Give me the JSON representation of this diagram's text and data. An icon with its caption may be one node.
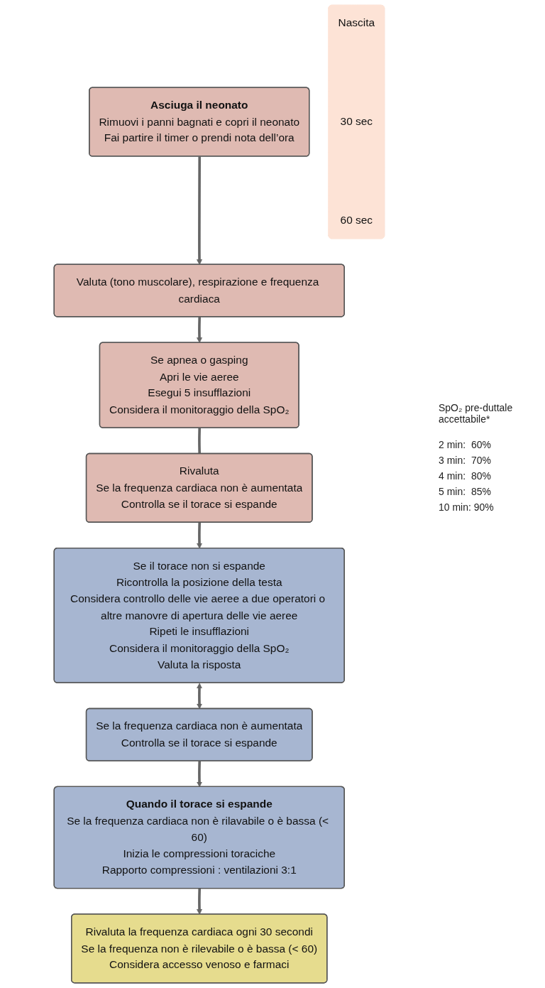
{
  "diagram": {
    "nodes": [
      {
        "text": [
          "Asciuga il neonato",
          "Rimuovi i panni bagnati e copri il neonato",
          "Fai partire il timer o prendi nota dell’ora"
        ]
      },
      {
        "text": [
          "Valuta (tono muscolare), respirazione e frequenza cardiaca"
        ]
      },
      {
        "text": [
          "Se apnea o gasping",
          "Apri le vie aeree",
          "Esegui 5 insufflazioni",
          "Considera il monitoraggio della SpO₂"
        ]
      },
      {
        "text": [
          "Rivaluta",
          "Se la frequenza cardiaca non è aumentata",
          "Controlla se il torace si espande"
        ]
      },
      {
        "text": [
          "Se il torace non si espande",
          "Ricontrolla la posizione della testa",
          "Considera controllo delle vie aeree a due operatori o altre manovre di apertura delle vie aeree",
          "Ripeti le insufflazioni",
          "Considera il monitoraggio della SpO₂",
          "Valuta la risposta"
        ]
      },
      {
        "text": [
          "Se la frequenza cardiaca non è aumentata",
          "Controlla se il torace si espande"
        ]
      },
      {
        "text": [
          "Quando il torace si espande",
          "Se la frequenza cardiaca non è rilavabile o è bassa (< 60)",
          "Inizia le compressioni toraciche",
          "Rapporto compressioni : ventilazioni 3:1"
        ]
      },
      {
        "text": [
          "Rivaluta la frequenza cardiaca ogni 30 secondi",
          "Se la frequenza non è rilevabile o è bassa (< 60)",
          "Considera accesso venoso e farmaci"
        ]
      },
      {
        "text": [
          "Nascita",
          "30 sec",
          "60 sec"
        ]
      }
    ],
    "edges": [
      {
        "from": 0,
        "to": 1,
        "arrow": "to"
      },
      {
        "from": 1,
        "to": 2,
        "arrow": "to"
      },
      {
        "from": 2,
        "to": 3,
        "arrow": "none"
      },
      {
        "from": 3,
        "to": 4,
        "arrow": "to"
      },
      {
        "from": 4,
        "to": 5,
        "arrow": "both"
      },
      {
        "from": 5,
        "to": 6,
        "arrow": "to"
      },
      {
        "from": 6,
        "to": 7,
        "arrow": "to"
      }
    ],
    "labels": [
      "SpO₂ pre-duttale accettabile*",
      "2 min:  60%",
      "3 min:  70%",
      "4 min:  80%",
      "5 min:  85%",
      "10 min: 90%"
    ]
  }
}
